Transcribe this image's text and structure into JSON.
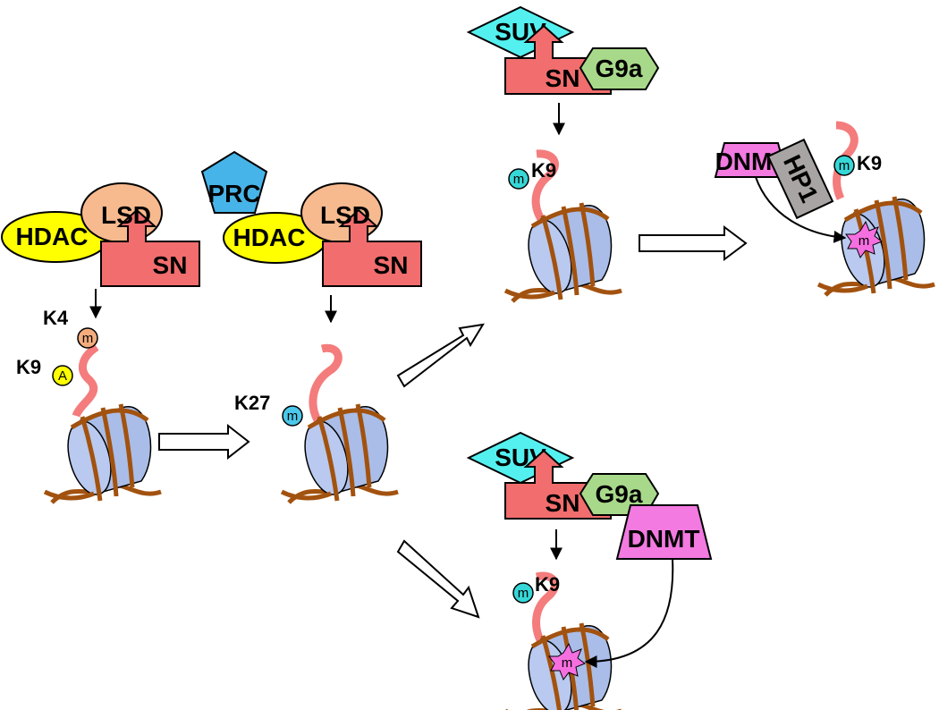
{
  "proteins": {
    "hdac": "HDAC",
    "lsd": "LSD",
    "sn": "SN",
    "prc": "PRC",
    "suv": "SUV",
    "g9a": "G9a",
    "dnmt": "DNMT",
    "hp1": "HP1"
  },
  "sites": {
    "k4": "K4",
    "k9": "K9",
    "k27": "K27"
  },
  "marks": {
    "methyl": "m",
    "acetyl": "A"
  },
  "colors": {
    "sn": "#f26d6d",
    "lsd": "#f7b98e",
    "hdac": "#ffff00",
    "prc": "#46b4e8",
    "suv": "#54f0f0",
    "g9a": "#a8d98a",
    "dnmt": "#f27ae0",
    "hp1": "#a9a4a4",
    "histone_tail": "#f47c7c",
    "dna": "#a2520f",
    "nucleosome": "#a9bde8",
    "methyl_k4": "#f3ad7d",
    "methyl_k27": "#4bc8ea",
    "methyl_k9": "#37d7d7",
    "acetyl": "#ffff00",
    "dna_methyl": "#f66fe0"
  }
}
